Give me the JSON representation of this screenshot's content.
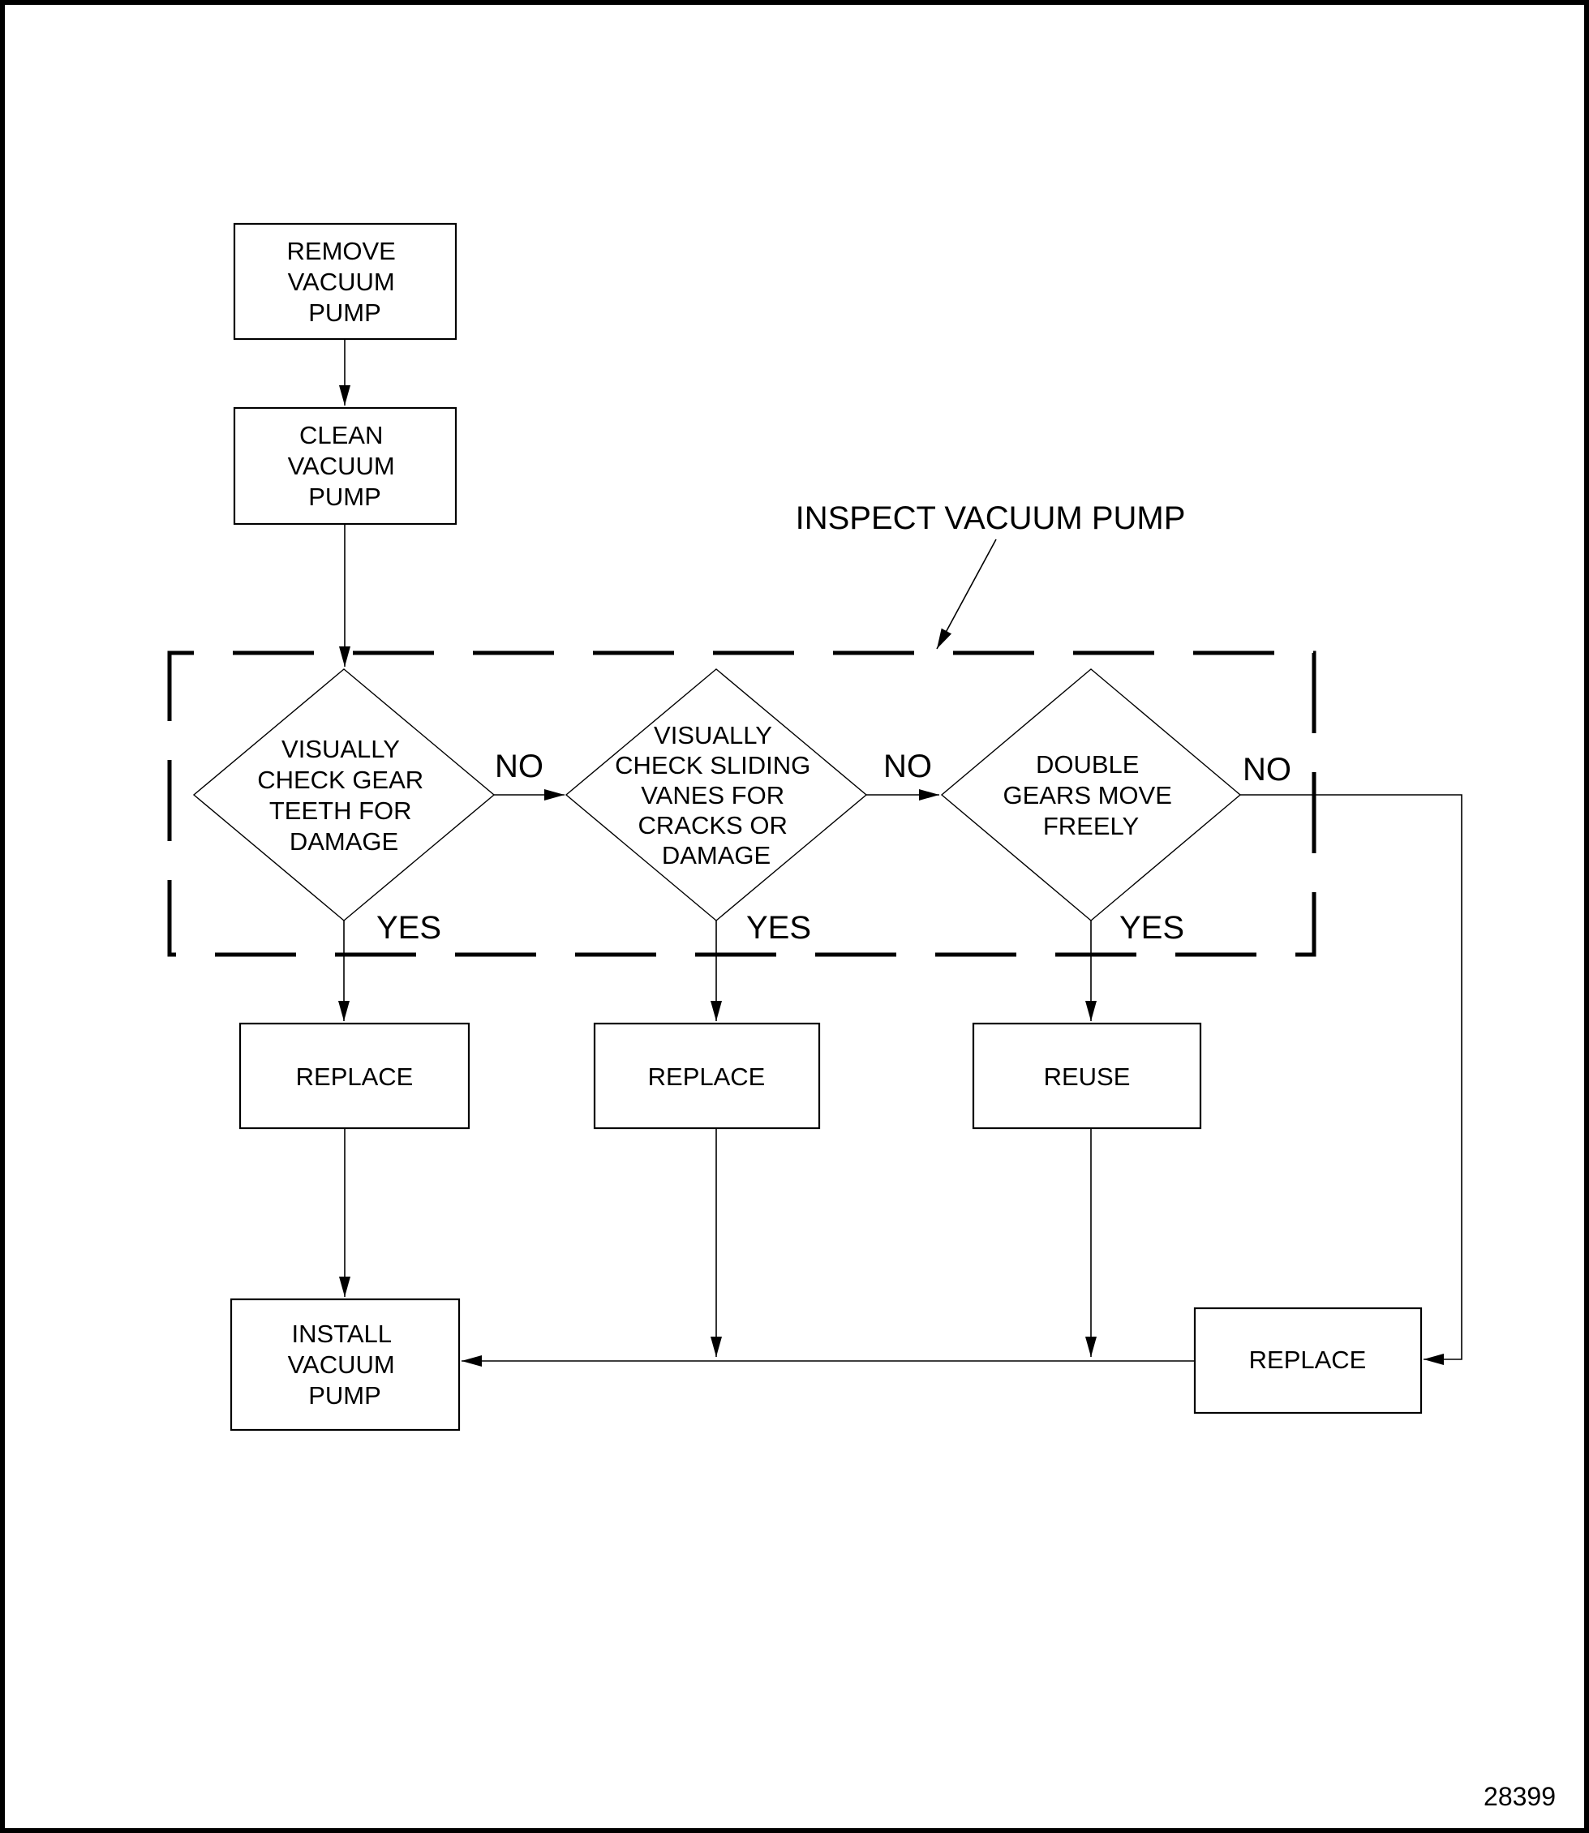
{
  "figure": {
    "number": "28399"
  },
  "colors": {
    "ink": "#000000",
    "paper": "#ffffff"
  },
  "callout": {
    "label": "INSPECT VACUUM PUMP"
  },
  "nodes": {
    "remove": {
      "lines": [
        "REMOVE",
        "VACUUM",
        "PUMP"
      ]
    },
    "clean": {
      "lines": [
        "CLEAN",
        "VACUUM",
        "PUMP"
      ]
    },
    "check_gear": {
      "lines": [
        "VISUALLY",
        "CHECK GEAR",
        "TEETH FOR",
        "DAMAGE"
      ]
    },
    "check_vanes": {
      "lines": [
        "VISUALLY",
        "CHECK SLIDING",
        "VANES FOR",
        "CRACKS OR",
        "DAMAGE"
      ]
    },
    "double_gears": {
      "lines": [
        "DOUBLE",
        "GEARS MOVE",
        "FREELY"
      ]
    },
    "replace1": {
      "label": "REPLACE"
    },
    "replace2": {
      "label": "REPLACE"
    },
    "reuse": {
      "label": "REUSE"
    },
    "install": {
      "lines": [
        "INSTALL",
        "VACUUM",
        "PUMP"
      ]
    },
    "replace_right": {
      "label": "REPLACE"
    }
  },
  "edge_labels": {
    "no1": "NO",
    "no2": "NO",
    "no3": "NO",
    "yes1": "YES",
    "yes2": "YES",
    "yes3": "YES"
  }
}
